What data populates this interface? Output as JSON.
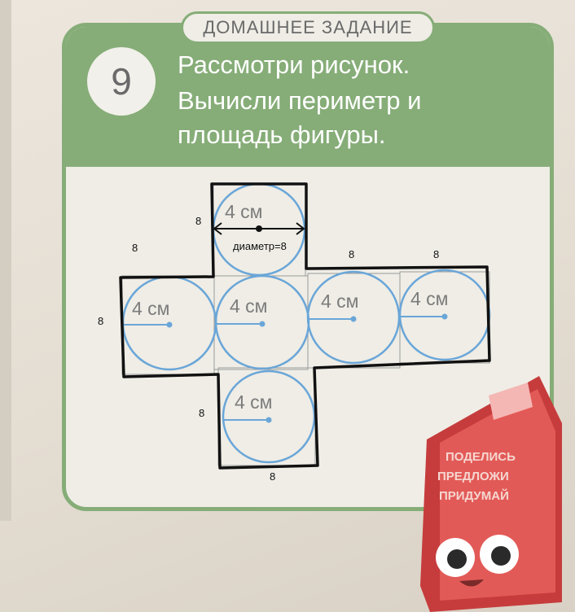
{
  "header": {
    "homework_label": "ДОМАШНЕЕ ЗАДАНИЕ",
    "task_number": "9",
    "task_lines": [
      "Рассмотри рисунок.",
      "Вычисли периметр и",
      "площадь фигуры."
    ]
  },
  "figure": {
    "radius_label": "4 см",
    "diameter_note": "диаметр=8",
    "side_labels": [
      "8",
      "8",
      "8",
      "8",
      "8",
      "8",
      "8"
    ]
  },
  "mascot": {
    "book_lines": [
      "ПОДЕЛИСЬ",
      "ПРЕДЛОЖИ",
      "ПРИДУМАЙ"
    ]
  },
  "colors": {
    "header_green": "#86ad78",
    "circle_blue": "#6aa6d8",
    "book_red": "#d94a4a"
  }
}
